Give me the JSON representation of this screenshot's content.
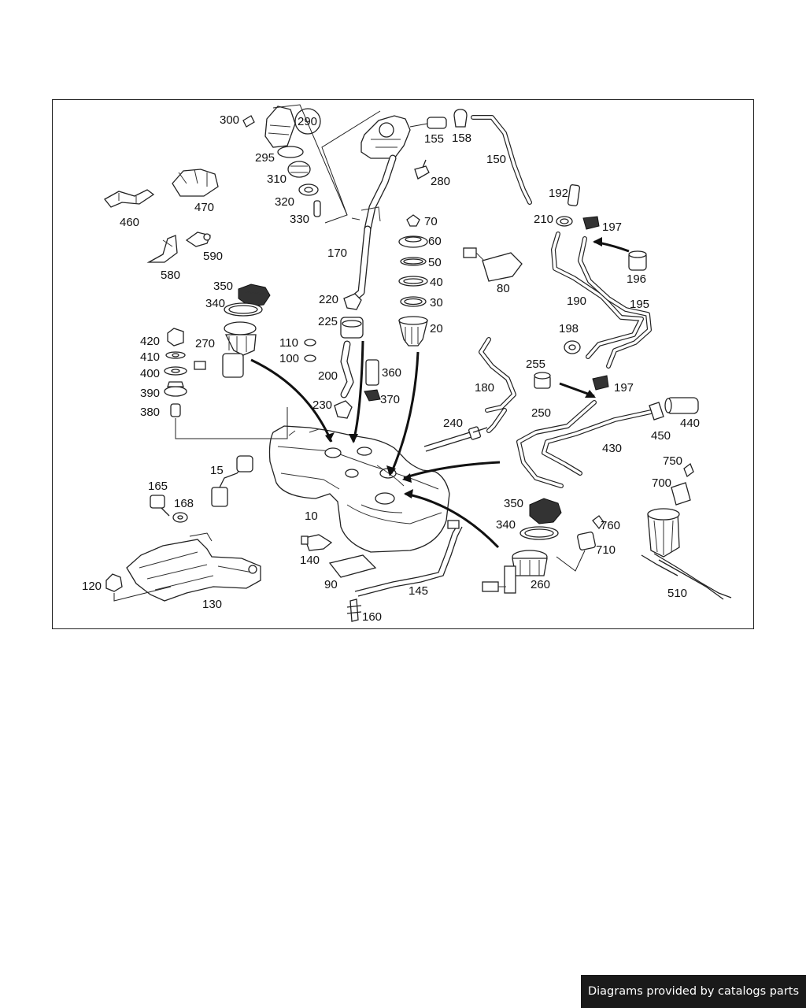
{
  "diagram": {
    "labels": {
      "p15": "15",
      "p20": "20",
      "p30": "30",
      "p40": "40",
      "p50": "50",
      "p60": "60",
      "p70": "70",
      "p80": "80",
      "p90": "90",
      "p10": "10",
      "p100": "100",
      "p110": "110",
      "p120": "120",
      "p130": "130",
      "p140": "140",
      "p145": "145",
      "p150": "150",
      "p155": "155",
      "p158": "158",
      "p160": "160",
      "p165": "165",
      "p168": "168",
      "p170": "170",
      "p180": "180",
      "p190": "190",
      "p192": "192",
      "p195": "195",
      "p196": "196",
      "p197a": "197",
      "p197b": "197",
      "p198": "198",
      "p200": "200",
      "p210": "210",
      "p220": "220",
      "p225": "225",
      "p230": "230",
      "p240": "240",
      "p250": "250",
      "p255": "255",
      "p260": "260",
      "p270": "270",
      "p280": "280",
      "p290": "290",
      "p295": "295",
      "p300": "300",
      "p310": "310",
      "p320": "320",
      "p330": "330",
      "p340a": "340",
      "p340b": "340",
      "p350a": "350",
      "p350b": "350",
      "p360": "360",
      "p370": "370",
      "p380": "380",
      "p390": "390",
      "p400": "400",
      "p410": "410",
      "p420": "420",
      "p430": "430",
      "p440": "440",
      "p450": "450",
      "p460": "460",
      "p470": "470",
      "p510": "510",
      "p580": "580",
      "p590": "590",
      "p700": "700",
      "p710": "710",
      "p750": "750",
      "p760": "760"
    }
  },
  "footer": {
    "credit": "Diagrams provided by catalogs parts",
    "background": "#1a1a1a",
    "text_color": "#ffffff"
  }
}
